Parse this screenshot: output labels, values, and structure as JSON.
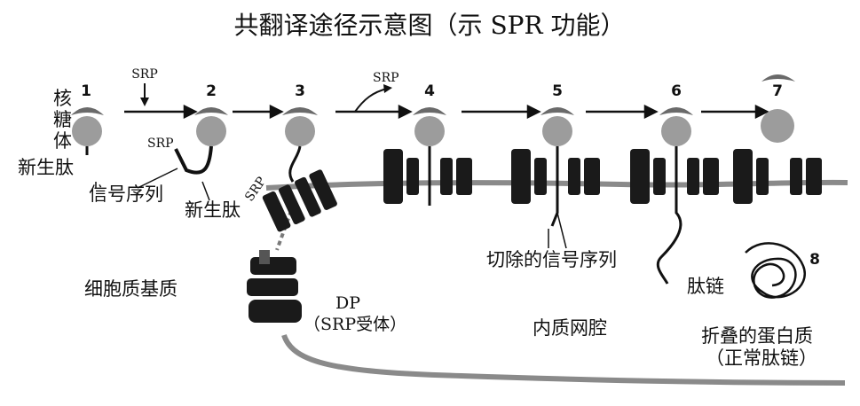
{
  "title": "共翻译途径示意图（示 SPR 功能）",
  "steps": [
    "1",
    "2",
    "3",
    "4",
    "5",
    "6",
    "7",
    "8"
  ],
  "labels": {
    "ribosome": "核\n糖\n体",
    "nascent_peptide_1": "新生肽",
    "signal_sequence": "信号序列",
    "nascent_peptide_2": "新生肽",
    "srp_top": "SRP",
    "srp_step2": "SRP",
    "srp_step3": "SRP",
    "srp_step4": "SRP",
    "cytoplasm": "细胞质基质",
    "dp": "DP",
    "srp_receptor": "（SRP受体）",
    "cleave_signal": "切除的信号序列",
    "er_lumen": "内质网腔",
    "peptide_chain": "肽链",
    "folded_protein": "折叠的蛋白质",
    "normal_peptide": "（正常肽链）"
  }
}
